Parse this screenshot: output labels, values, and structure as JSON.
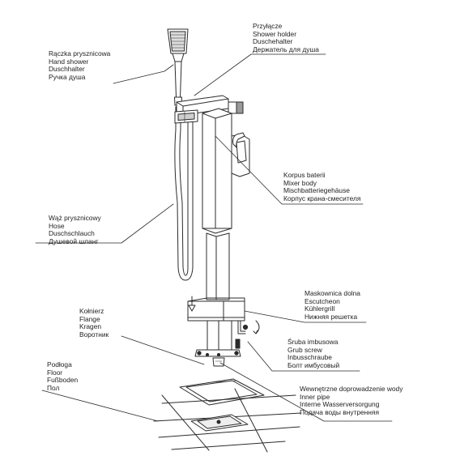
{
  "colors": {
    "line": "#2b2b2b",
    "text": "#222222",
    "shade": "#9a9a9a"
  },
  "callouts": {
    "hand_shower": {
      "lines": [
        "Rączka prysznicowa",
        "Hand shower",
        "Duschhalter",
        "Ручка душа"
      ]
    },
    "shower_holder": {
      "lines": [
        "Przyłącze",
        "Shower holder",
        "Duschehalter",
        "Держатель для душа"
      ]
    },
    "mixer_body": {
      "lines": [
        "Korpus baterii",
        "Mixer body",
        "Mischbatteriegehäuse",
        "Корпус крана-смесителя"
      ]
    },
    "hose": {
      "lines": [
        "Wąż prysznicowy",
        "Hose",
        "Duschschlauch",
        "Душевой шланг"
      ]
    },
    "escutcheon": {
      "lines": [
        "Maskownica dolna",
        "Escutcheon",
        "Kühlergrill",
        "Нижняя решетка"
      ]
    },
    "flange": {
      "lines": [
        "Kołnierz",
        "Flange",
        "Kragen",
        "Воротник"
      ]
    },
    "grub_screw": {
      "lines": [
        "Śruba imbusowa",
        "Grub screw",
        "Inbusschraube",
        "Болт имбусовый"
      ]
    },
    "floor": {
      "lines": [
        "Podłoga",
        "Floor",
        "Fußboden",
        "Пол"
      ]
    },
    "inner_pipe": {
      "lines": [
        "Wewnętrzne doprowadzenie wody",
        "Inner pipe",
        "Interne Wasserversorgung",
        "Подача воды внутренняя"
      ]
    }
  }
}
